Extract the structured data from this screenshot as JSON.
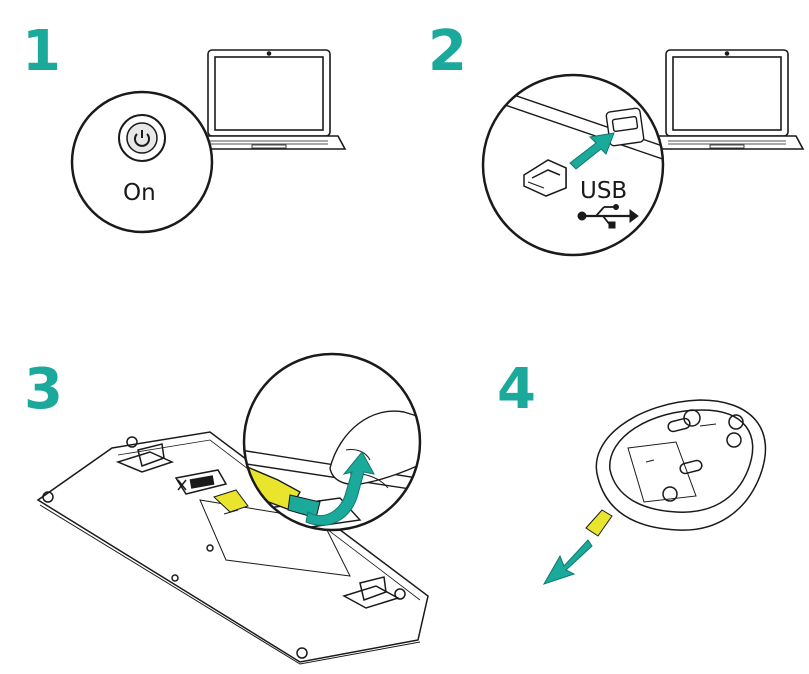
{
  "steps": [
    {
      "number": "1",
      "label": "On"
    },
    {
      "number": "2",
      "label": "USB"
    },
    {
      "number": "3"
    },
    {
      "number": "4"
    }
  ],
  "colors": {
    "accent": "#1aa99b",
    "tab": "#e9e52c",
    "line": "#1a1a1a"
  },
  "icons": [
    "power-button-icon",
    "laptop-icon",
    "usb-receiver-icon",
    "usb-symbol-icon",
    "keyboard-icon",
    "mouse-icon",
    "arrow-icon"
  ]
}
